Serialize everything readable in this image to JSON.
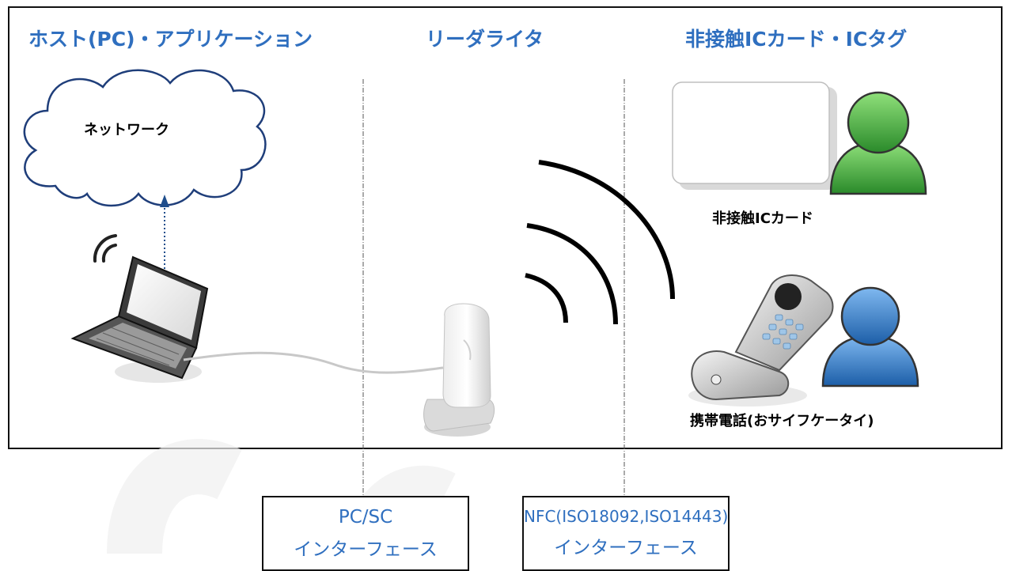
{
  "headings": {
    "host": "ホスト(PC)・アプリケーション",
    "reader": "リーダライタ",
    "target": "非接触ICカード・ICタグ"
  },
  "labels": {
    "network": "ネットワーク",
    "card": "非接触ICカード",
    "phone": "携帯電話(おサイフケータイ)"
  },
  "interfaces": {
    "pcsc": {
      "line1": "PC/SC",
      "line2": "インターフェース"
    },
    "nfc": {
      "line1": "NFC(ISO18092,ISO14443)",
      "line2": "インターフェース"
    }
  },
  "colors": {
    "heading": "#2f6fbf",
    "person_green": "#3aa33a",
    "person_blue": "#2a6fc0",
    "arrow": "#1f4e8c"
  },
  "icons": [
    "cloud-icon",
    "laptop-icon",
    "card-reader-icon",
    "nfc-waves-icon",
    "ic-card-icon",
    "person-icon",
    "mobile-phone-icon"
  ]
}
